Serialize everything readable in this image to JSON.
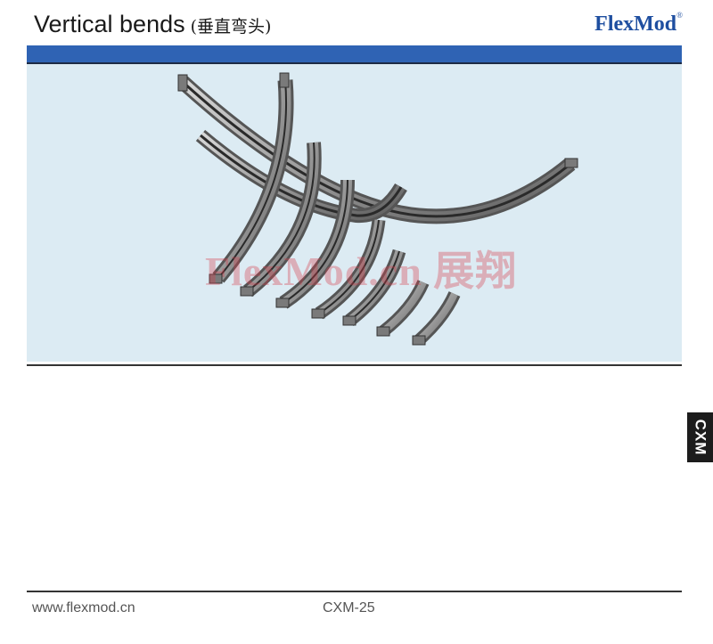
{
  "header": {
    "title": "Vertical bends",
    "title_cn": "(垂直弯头)",
    "logo": "FlexMod",
    "logo_mark": "®",
    "accent_color": "#2f63b4"
  },
  "panel": {
    "background": "#dcebf3",
    "image_icon": "vertical-bend-rails-photo",
    "watermark": "FlexMod.cn 展翔"
  },
  "side_tab": {
    "label": "CXM"
  },
  "footer": {
    "url": "www.flexmod.cn",
    "page": "CXM-25"
  }
}
